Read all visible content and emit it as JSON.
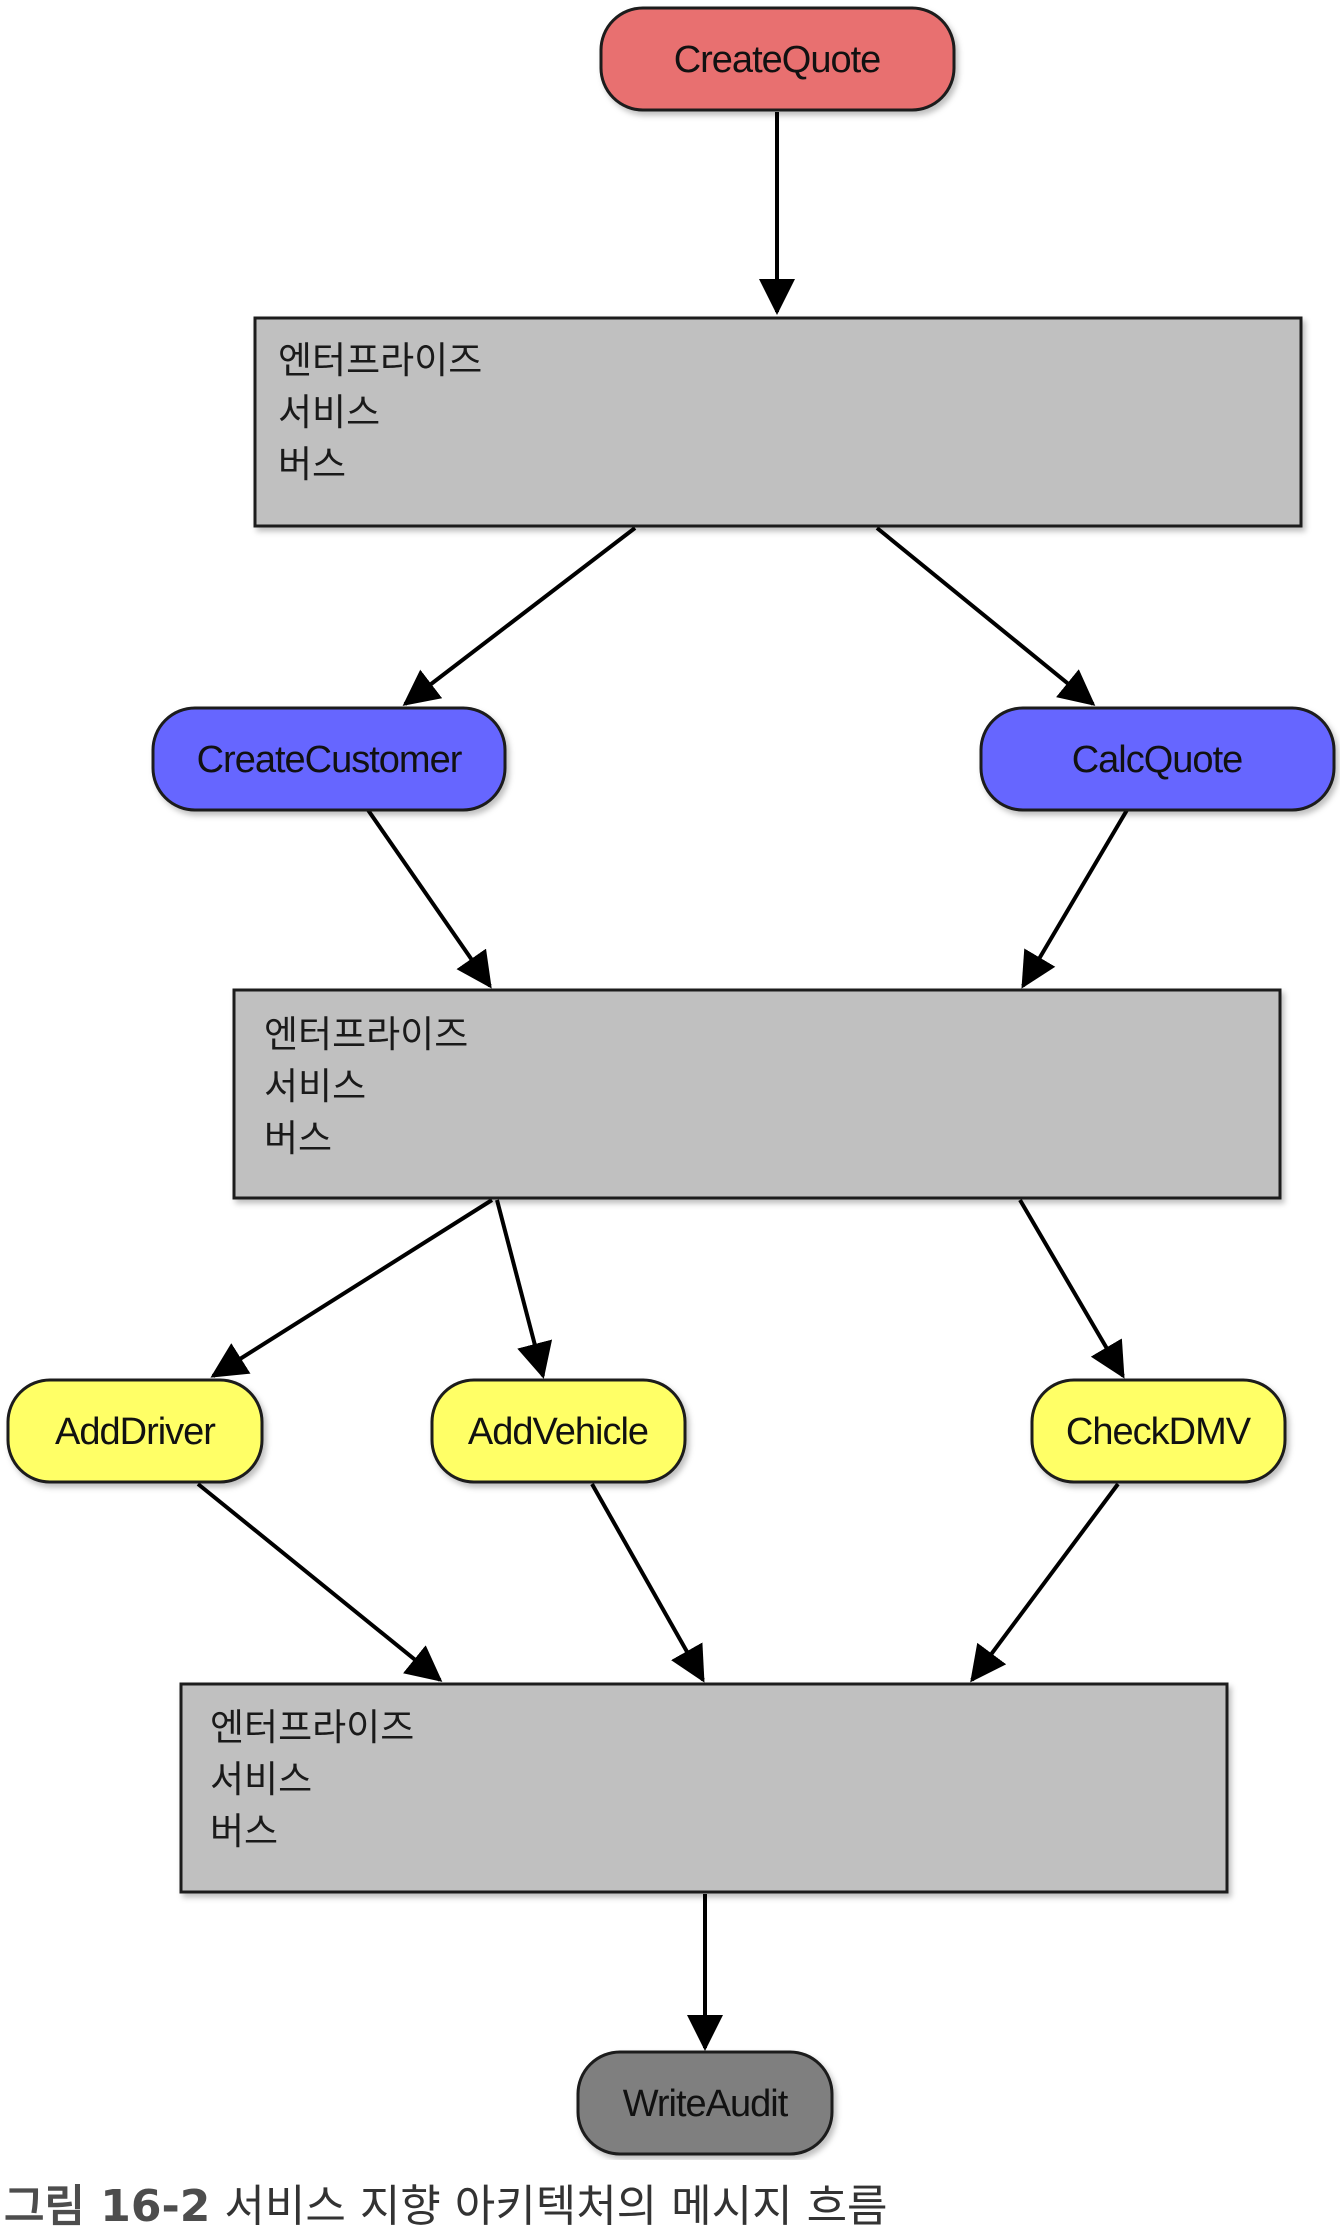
{
  "nodes": {
    "create_quote": "CreateQuote",
    "create_customer": "CreateCustomer",
    "calc_quote": "CalcQuote",
    "add_driver": "AddDriver",
    "add_vehicle": "AddVehicle",
    "check_dmv": "CheckDMV",
    "write_audit": "WriteAudit"
  },
  "bus_label_lines": [
    "엔터프라이즈",
    "서비스",
    "버스"
  ],
  "caption": {
    "label": "그림 16-2",
    "text": "서비스 지향 아키텍처의 메시지 흐름"
  },
  "colors": {
    "request_node": "#e87070",
    "service_node": "#6666ff",
    "sub_service_node": "#ffff66",
    "audit_node": "#7f7f7f",
    "bus": "#c0c0c0"
  }
}
